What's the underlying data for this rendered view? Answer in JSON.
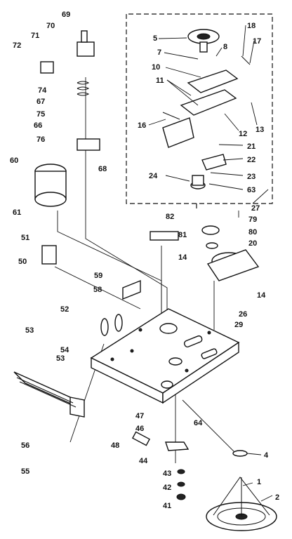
{
  "diagram": {
    "labels": [
      "1",
      "2",
      "4",
      "5",
      "7",
      "8",
      "10",
      "11",
      "12",
      "13",
      "14",
      "14",
      "16",
      "17",
      "18",
      "20",
      "21",
      "22",
      "23",
      "24",
      "26",
      "27",
      "29",
      "41",
      "42",
      "43",
      "44",
      "46",
      "47",
      "48",
      "50",
      "51",
      "52",
      "53",
      "53",
      "54",
      "55",
      "56",
      "58",
      "59",
      "60",
      "61",
      "63",
      "64",
      "66",
      "67",
      "68",
      "69",
      "70",
      "71",
      "72",
      "74",
      "75",
      "76",
      "79",
      "80",
      "81",
      "82"
    ]
  }
}
